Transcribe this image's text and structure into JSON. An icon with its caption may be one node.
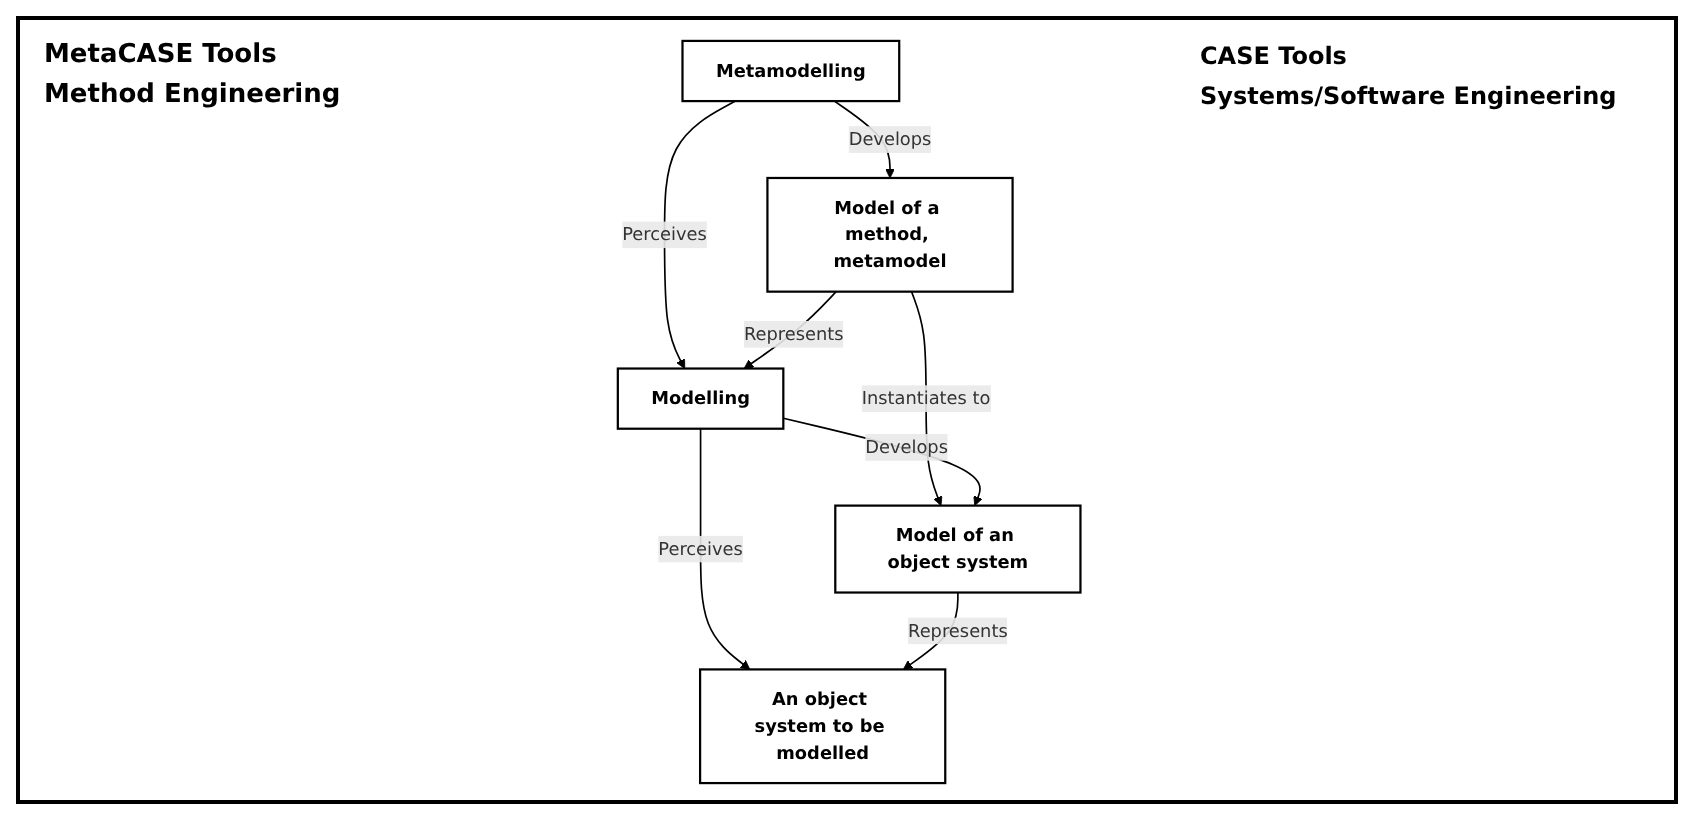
{
  "diagram": {
    "nodes": [
      {
        "text": [
          "Metamodelling"
        ]
      },
      {
        "text": [
          "Model of a method, metamodel"
        ]
      },
      {
        "text": [
          "Modelling"
        ]
      },
      {
        "text": [
          "Model of an object system"
        ]
      },
      {
        "text": [
          "An object system to be modelled"
        ]
      }
    ],
    "edges": [
      {
        "from": 0,
        "to": 1,
        "arrow": "to",
        "label": "Develops"
      },
      {
        "from": 0,
        "to": 2,
        "arrow": "to",
        "label": "Perceives"
      },
      {
        "from": 1,
        "to": 2,
        "arrow": "to",
        "label": "Represents"
      },
      {
        "from": 1,
        "to": 3,
        "arrow": "to",
        "label": "Instantiates to"
      },
      {
        "from": 2,
        "to": 3,
        "arrow": "to",
        "label": "Develops"
      },
      {
        "from": 2,
        "to": 4,
        "arrow": "to",
        "label": "Perceives"
      },
      {
        "from": 3,
        "to": 4,
        "arrow": "to",
        "label": "Represents"
      }
    ],
    "labels": [
      "MetaCASE Tools",
      "Method Engineering",
      "CASE Tools",
      "Systems/Software Engineering"
    ]
  }
}
